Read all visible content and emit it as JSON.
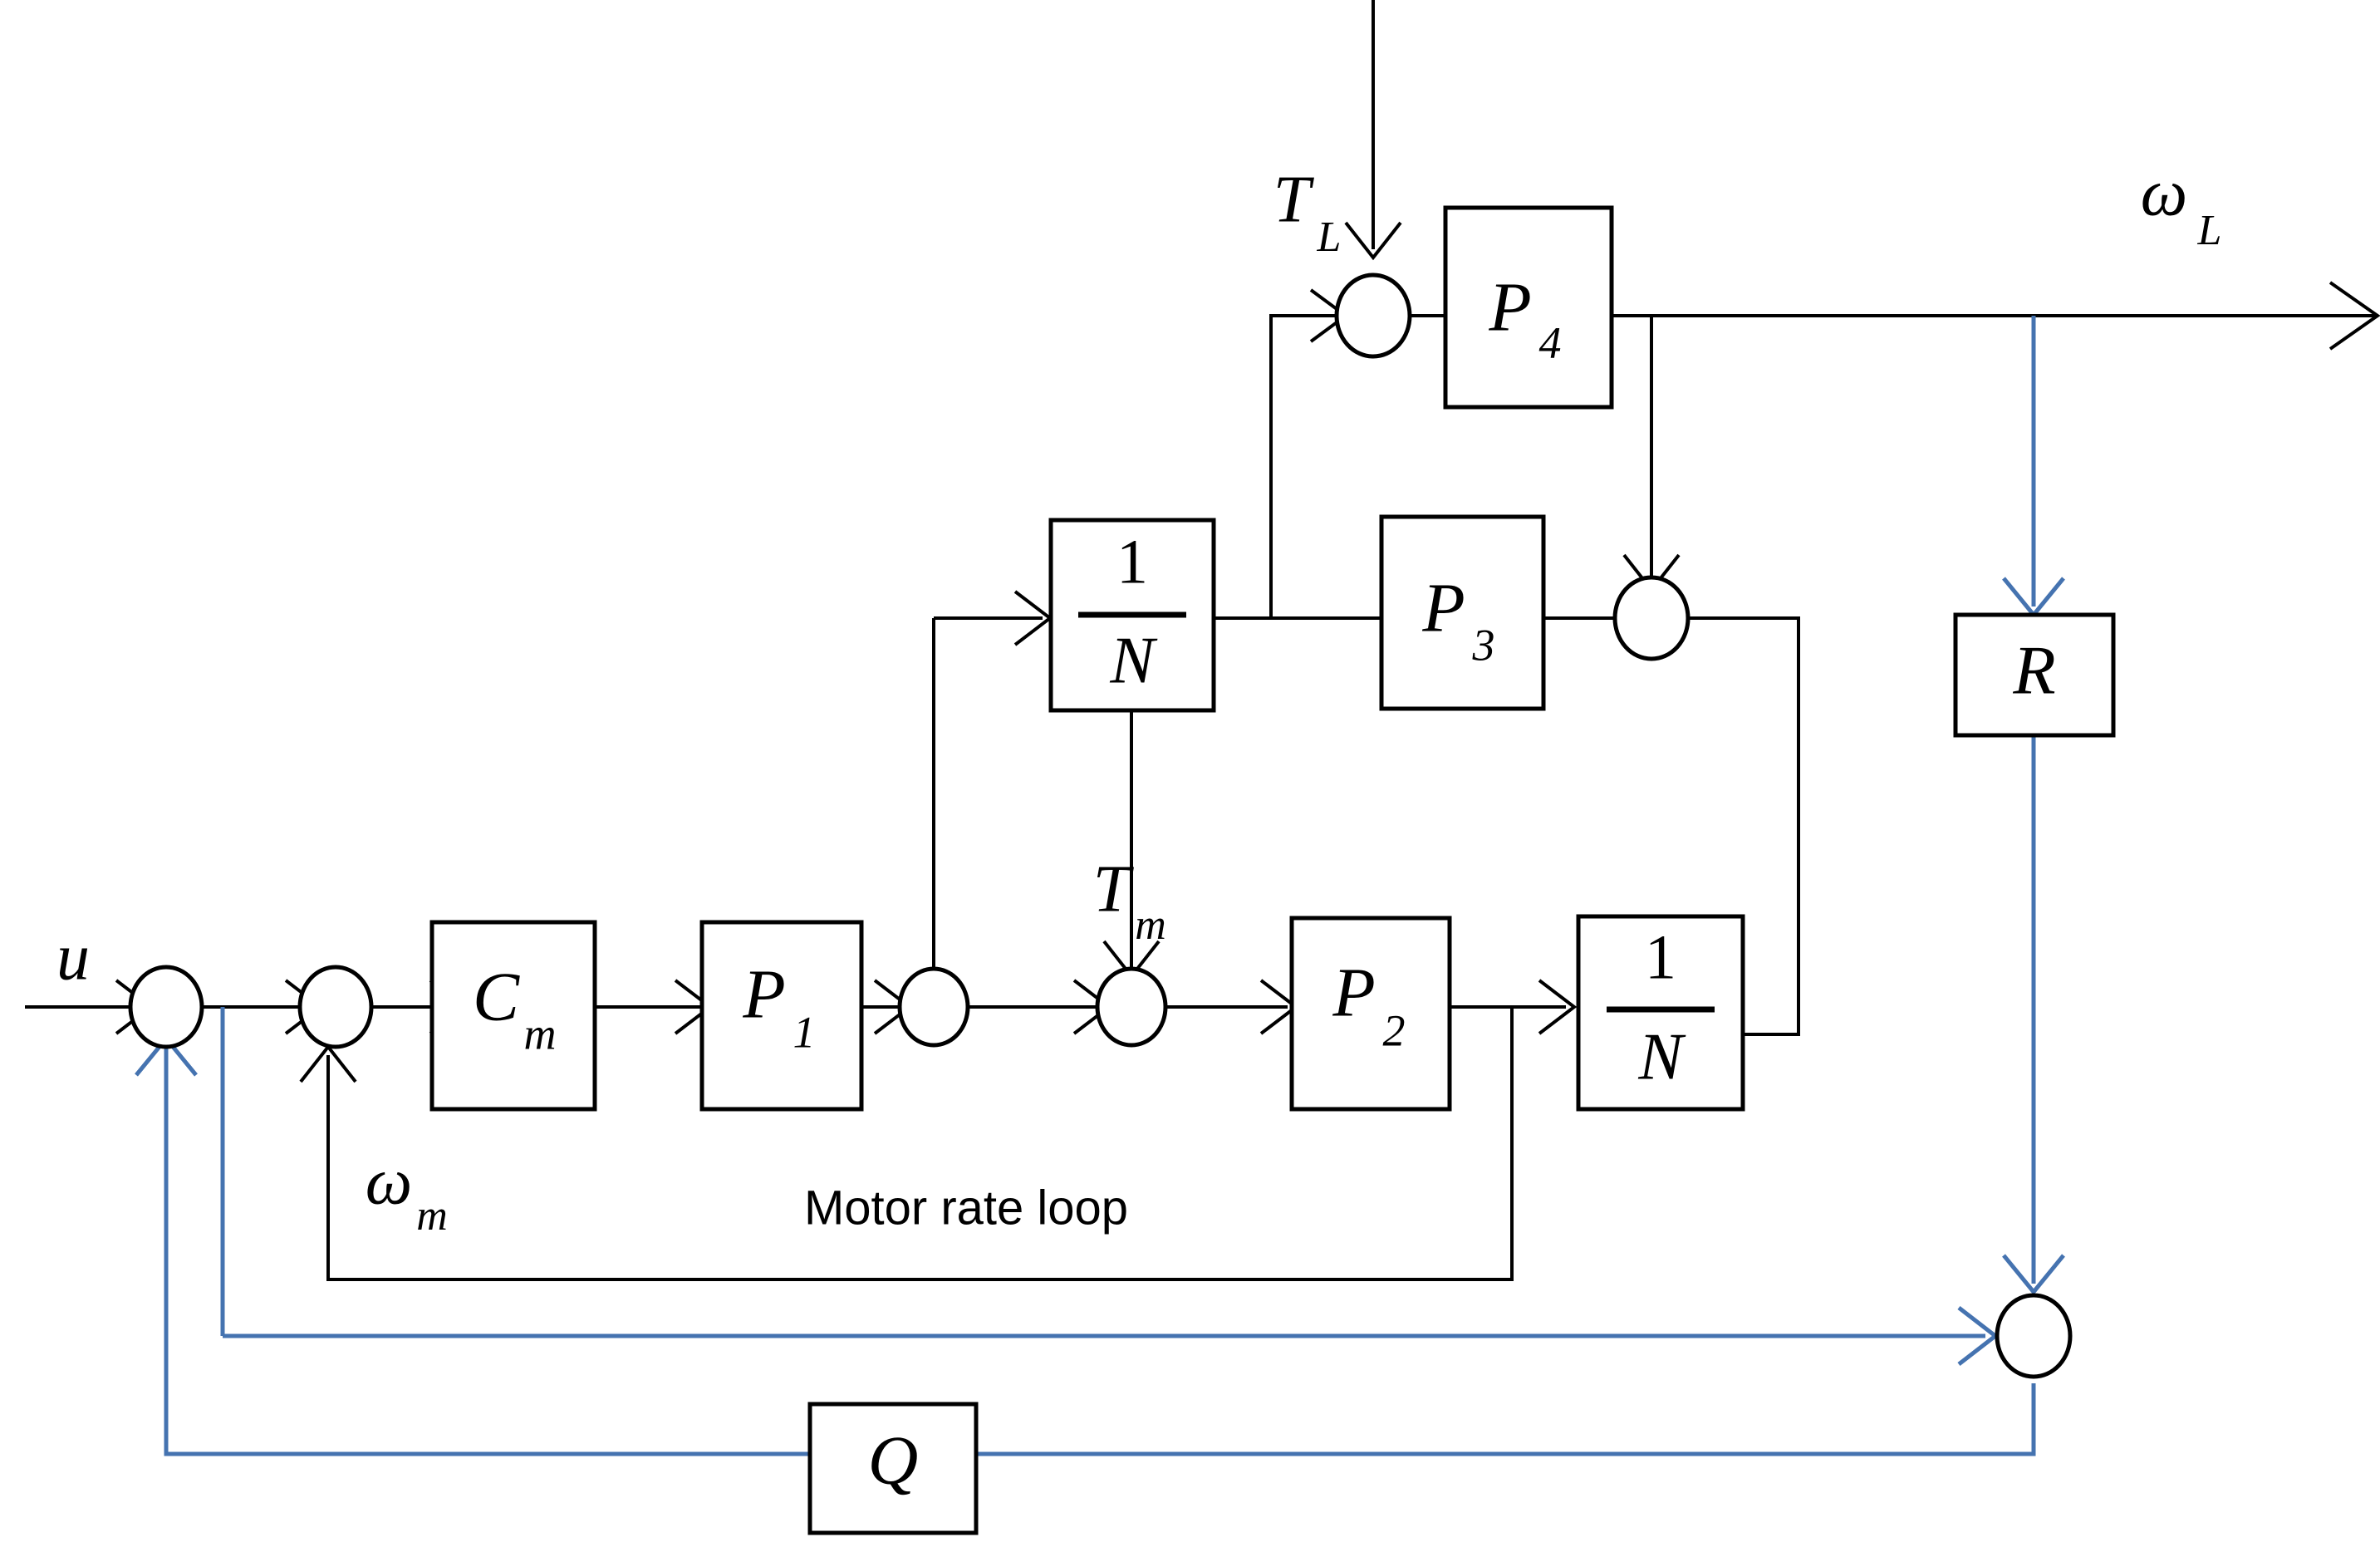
{
  "diagram": {
    "title": "Dual-loop motor and load rate control block diagram",
    "colors": {
      "wire_black": "#000000",
      "wire_blue": "#4573B0",
      "background": "#ffffff"
    },
    "blocks": [
      {
        "id": "Cm",
        "label": "C",
        "subscript": "m",
        "kind": "transfer-function"
      },
      {
        "id": "P1",
        "label": "P",
        "subscript": "1",
        "kind": "transfer-function"
      },
      {
        "id": "P2",
        "label": "P",
        "subscript": "2",
        "kind": "transfer-function"
      },
      {
        "id": "P3",
        "label": "P",
        "subscript": "3",
        "kind": "transfer-function"
      },
      {
        "id": "P4",
        "label": "P",
        "subscript": "4",
        "kind": "transfer-function"
      },
      {
        "id": "N_upper",
        "label": "1",
        "denominator": "N",
        "kind": "gain-fraction"
      },
      {
        "id": "N_lower",
        "label": "1",
        "denominator": "N",
        "kind": "gain-fraction"
      },
      {
        "id": "R",
        "label": "R",
        "subscript": "",
        "kind": "transfer-function"
      },
      {
        "id": "Q",
        "label": "Q",
        "subscript": "",
        "kind": "transfer-function"
      }
    ],
    "signals": [
      {
        "id": "u",
        "label": "u",
        "subscript": "",
        "role": "input-reference"
      },
      {
        "id": "TL",
        "label": "T",
        "subscript": "L",
        "role": "load-torque-disturbance"
      },
      {
        "id": "Tm",
        "label": "T",
        "subscript": "m",
        "role": "motor-torque"
      },
      {
        "id": "wm",
        "label": "ω",
        "subscript": "m",
        "role": "motor-rate-feedback"
      },
      {
        "id": "wL",
        "label": "ω",
        "subscript": "L",
        "role": "load-rate-output"
      }
    ],
    "annotations": [
      {
        "id": "motor-rate-loop",
        "text": "Motor rate loop"
      }
    ],
    "summing_junctions": [
      {
        "id": "sum-u",
        "inputs": [
          "u",
          "Q-output"
        ]
      },
      {
        "id": "sum-wm",
        "inputs": [
          "sum-u-output",
          "motor-rate-feedback"
        ]
      },
      {
        "id": "sum-p1",
        "inputs": [
          "P1-output",
          "N-upper-branch"
        ]
      },
      {
        "id": "sum-Tm",
        "inputs": [
          "sum-p1-output",
          "Tm"
        ]
      },
      {
        "id": "sum-TL",
        "inputs": [
          "N-upper-output",
          "TL"
        ]
      },
      {
        "id": "sum-p3",
        "inputs": [
          "P4-output",
          "N-lower-output"
        ]
      },
      {
        "id": "sum-right",
        "inputs": [
          "R-output",
          "motor-loop-branch"
        ]
      }
    ]
  }
}
